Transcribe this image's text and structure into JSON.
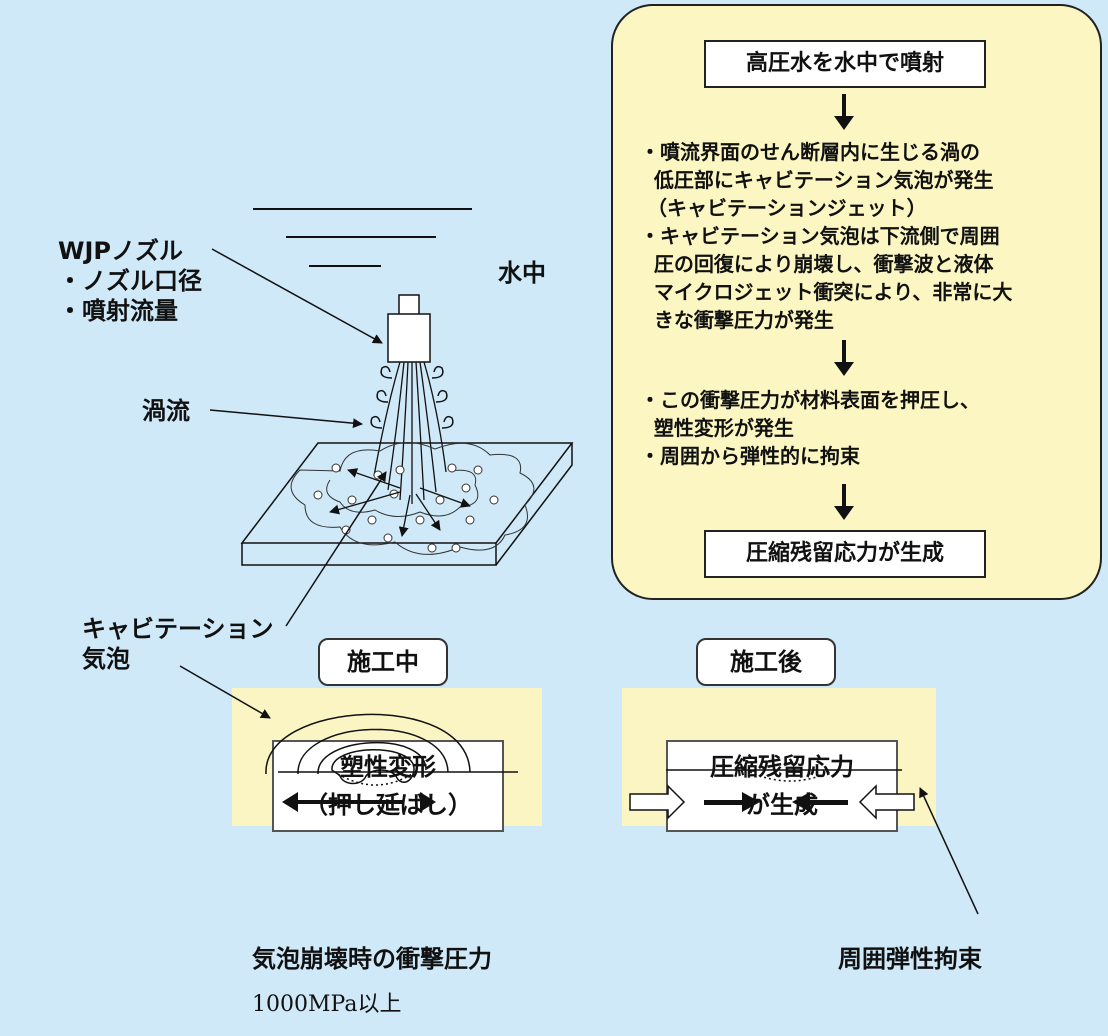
{
  "left": {
    "nozzle_title": "WJPノズル",
    "nozzle_items": [
      "・ノズル口径",
      "・噴射流量"
    ],
    "underwater": "水中",
    "vortex": "渦流",
    "cavitation_bubble": [
      "キャビテーション",
      "気泡"
    ]
  },
  "flowchart": {
    "top_box": "高圧水を水中で噴射",
    "step1": [
      "・噴流界面のせん断層内に生じる渦の",
      "  低圧部にキャビテーション気泡が発生",
      " （キャビテーションジェット）",
      "・キャビテーション気泡は下流側で周囲",
      "  圧の回復により崩壊し、衝撃波と液体",
      "  マイクロジェット衝突により、非常に大",
      "  きな衝撃圧力が発生"
    ],
    "step2": [
      "・この衝撃圧力が材料表面を押圧し、",
      "  塑性変形が発生",
      "・周囲から弾性的に拘束"
    ],
    "bottom_box": "圧縮残留応力が生成"
  },
  "stages": {
    "during": {
      "tag": "施工中",
      "result": [
        "塑性変形",
        "（押し延ばし）"
      ],
      "note": [
        "気泡崩壊時の衝撃圧力",
        "1000MPa以上"
      ]
    },
    "after": {
      "tag": "施工後",
      "result": [
        "圧縮残留応力",
        "が生成"
      ],
      "note": "周囲弾性拘束"
    }
  }
}
